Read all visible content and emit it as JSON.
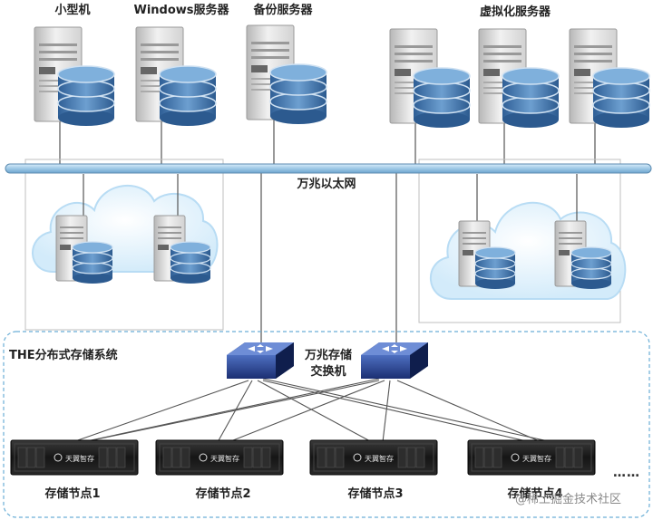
{
  "servers": {
    "minicomputer": "小型机",
    "windows": "Windows服务器",
    "backup": "备份服务器",
    "virtualization": "虚拟化服务器"
  },
  "network": {
    "ethernet": "万兆以太网"
  },
  "storage_system": {
    "title": "THE分布式存储系统",
    "switch_label_line1": "万兆存储",
    "switch_label_line2": "交换机",
    "node_brand": "天翼智存",
    "nodes": [
      "存储节点1",
      "存储节点2",
      "存储节点3",
      "存储节点4"
    ],
    "more": "……"
  },
  "watermark": "@稀土掘金技术社区",
  "colors": {
    "backbone": "#a9cde7",
    "backbone_border": "#5c8bb0",
    "disk_blue": "#4b7fb4",
    "switch_blue": "#243f8c",
    "system_border": "#6aaed6",
    "node_dark": "#1c1c1c"
  }
}
